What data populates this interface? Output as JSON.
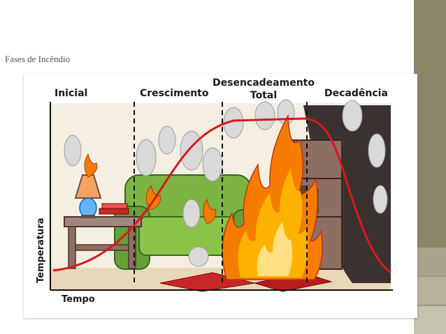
{
  "slide": {
    "title": "Fases de Incêndio"
  },
  "diagram": {
    "phases": [
      "Inicial",
      "Crescimento",
      "Desencadeamento",
      "Total",
      "Decadência"
    ],
    "axis_y_label": "Temperatura",
    "axis_x_label": "Tempo",
    "colors": {
      "curve": "#d7191c",
      "sofa": "#7cb342",
      "flame": "#f57c00",
      "smoke": "#d9d9d9",
      "smoke_dark": "#3a3230",
      "floor": "#e8d8b8",
      "rug": "#c62828"
    },
    "icons": [
      "lamp-icon",
      "side-table-icon",
      "books-icon",
      "sofa-icon",
      "flame-icon",
      "smoke-icon",
      "bookshelf-icon",
      "rug-icon"
    ]
  }
}
